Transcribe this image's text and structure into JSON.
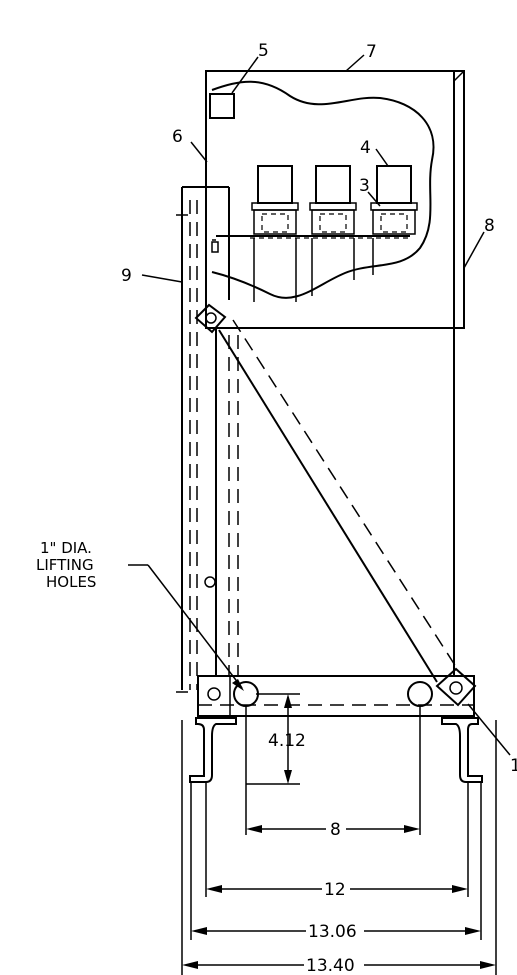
{
  "callouts": {
    "c3": "3",
    "c4": "4",
    "c5": "5",
    "c6": "6",
    "c7": "7",
    "c8": "8",
    "c9": "9",
    "c1": "1"
  },
  "note": {
    "line1": "1\" DIA.",
    "line2": "LIFTING",
    "line3": "HOLES"
  },
  "dimensions": {
    "d412": "4.12",
    "d8": "8",
    "d12": "12",
    "d1306": "13.06",
    "d1340": "13.40"
  }
}
